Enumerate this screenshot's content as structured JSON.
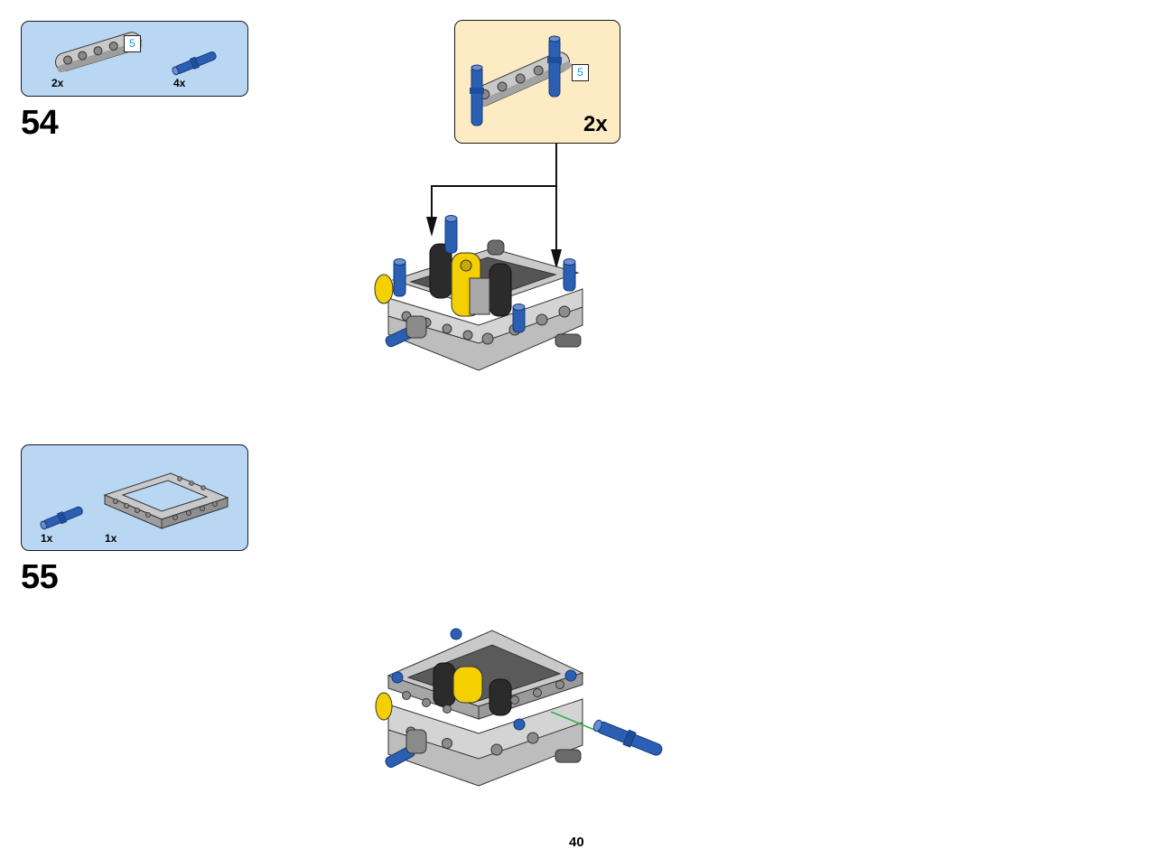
{
  "colors": {
    "parts_panel": "#b9d7f3",
    "subassembly_panel": "#fdebc4",
    "part_grey": "#c9c9c9",
    "part_blue": "#2a5fb4",
    "part_yellow": "#f4d000",
    "part_black": "#2b2b2b",
    "part_green": "#2bb24c",
    "length_label": "#1c8fd6"
  },
  "step54": {
    "number": "54",
    "parts": [
      {
        "icon": "beam-5-icon",
        "quantity": "2x",
        "length": "5"
      },
      {
        "icon": "blue-pin-icon",
        "quantity": "4x"
      }
    ],
    "subassembly": {
      "length": "5",
      "multiplier": "2x"
    }
  },
  "step55": {
    "number": "55",
    "parts": [
      {
        "icon": "blue-pin-icon",
        "quantity": "1x"
      },
      {
        "icon": "frame-icon",
        "quantity": "1x"
      }
    ]
  },
  "page_number": "40"
}
